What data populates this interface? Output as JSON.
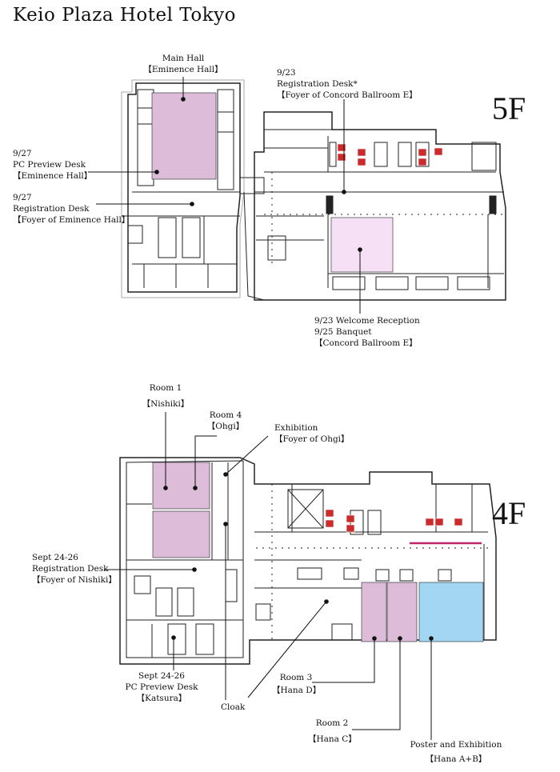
{
  "title": "Keio Plaza Hotel Tokyo",
  "colors": {
    "room": "#dcbcd8",
    "reception": "#f6e0f6",
    "poster": "#a3d6f3",
    "stairs_red": "#cc2b2b",
    "accent_line": "#c0246a",
    "wall": "#222222"
  },
  "floor5": {
    "label": "5F",
    "main_hall": {
      "line1": "Main Hall",
      "line2": "【Eminence Hall】"
    },
    "reg_desk_923": {
      "line1": "9/23",
      "line2": "Registration Desk*",
      "line3": "【Foyer of Concord Ballroom E】"
    },
    "pc_preview_927": {
      "line1": "9/27",
      "line2": "PC Preview Desk",
      "line3": "【Eminence Hall】"
    },
    "reg_desk_927": {
      "line1": "9/27",
      "line2": "Registration Desk",
      "line3": "【Foyer of Eminence Hall】"
    },
    "reception": {
      "line1": "9/23 Welcome Reception",
      "line2": "9/25 Banquet",
      "line3": "【Concord Ballroom E】"
    }
  },
  "floor4": {
    "label": "4F",
    "room1": {
      "line1": "Room 1",
      "line2": "【Nishiki】"
    },
    "room4": {
      "line1": "Room 4",
      "line2": "【Ohgi】"
    },
    "exhibition": {
      "line1": "Exhibition",
      "line2": "【Foyer of Ohgi】"
    },
    "reg_desk": {
      "line1": "Sept 24-26",
      "line2": "Registration Desk",
      "line3": "【Foyer of Nishiki】"
    },
    "pc_preview": {
      "line1": "Sept 24-26",
      "line2": "PC Preview Desk",
      "line3": "【Katsura】"
    },
    "cloak": {
      "line1": "Cloak"
    },
    "room3": {
      "line1": "Room 3",
      "line2": "【Hana D】"
    },
    "room2": {
      "line1": "Room 2",
      "line2": "【Hana C】"
    },
    "poster": {
      "line1": "Poster and Exhibition",
      "line2": "【Hana A+B】"
    }
  }
}
